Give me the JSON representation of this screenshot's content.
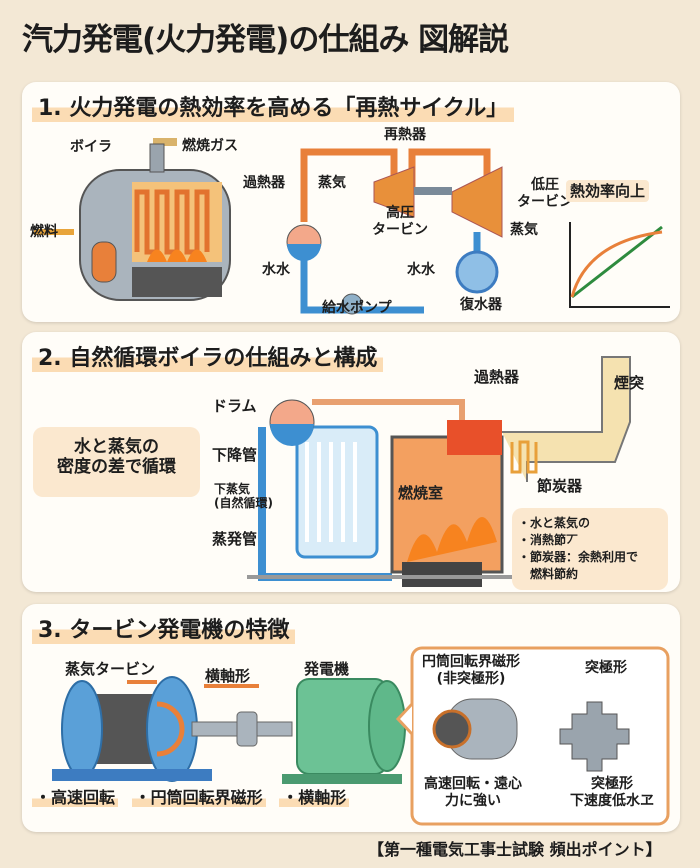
{
  "title": "汽力発電(火力発電)の仕組み 図解説",
  "section1": {
    "heading": "1. 火力発電の熱効率を高める「再熱サイクル」",
    "labels": {
      "boiler": "ボイラ",
      "flue_gas": "燃焼ガス",
      "fuel": "燃料",
      "superheater": "過熱器",
      "steam1": "蒸気",
      "reheater": "再熱器",
      "hp_turbine": "高圧\nタービン",
      "lp_turbine": "低圧\nタービン",
      "efficiency_up": "熱効率向上",
      "steam2": "蒸気",
      "water1": "水水",
      "water2": "水水",
      "feed_pump": "給水ポンプ",
      "condenser": "復水器"
    }
  },
  "section2": {
    "heading": "2. 自然循環ボイラの仕組みと構成",
    "callout": "水と蒸気の\n密度の差で循環",
    "labels": {
      "drum": "ドラム",
      "downcomer": "下降管",
      "natural_circ": "下蒸気\n(自然循環)",
      "evaporator": "蒸発管",
      "superheater": "過熱器",
      "chimney": "煙突",
      "economizer": "節炭器",
      "furnace": "燃焼室"
    },
    "notes": [
      "・水と蒸気の",
      "・消熱節丆",
      "・節炭器：余熱利用で",
      "　燃料節約"
    ]
  },
  "section3": {
    "heading": "3. タービン発電機の特徴",
    "labels": {
      "steam_turbine": "蒸気タービン",
      "horizontal": "横軸形",
      "generator": "発電機"
    },
    "bullets": [
      "・高速回転",
      "・円筒回転界磁形",
      "・横軸形"
    ],
    "callout": {
      "cylindrical": "円筒回転界磁形\n(非突極形)",
      "salient": "突極形",
      "cyl_note": "高速回転・遠心\n力に強い",
      "sal_note": "突極形\n下速度低水ヱ"
    }
  },
  "footer": "【第一種電気工事士試験 頻出ポイント】",
  "colors": {
    "background": "#f3e8d5",
    "orange": "#e8803a",
    "blue": "#3d8fd1",
    "green": "#5fb88a",
    "highlight": "#fbdcb4"
  }
}
